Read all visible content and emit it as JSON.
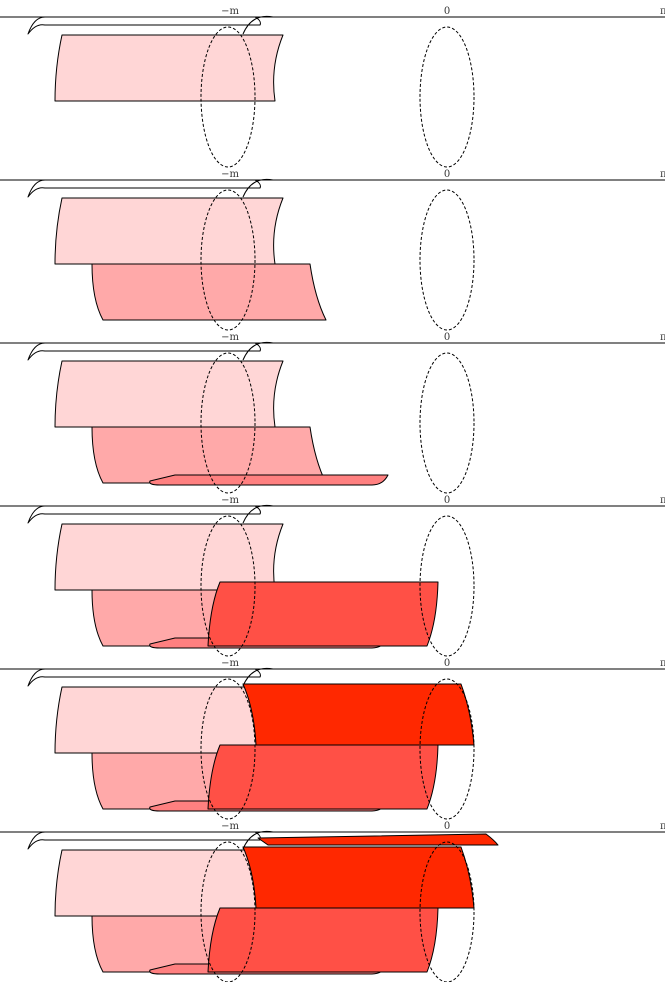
{
  "axis_labels": {
    "left": "−m",
    "center": "0",
    "right": "π"
  },
  "colors": {
    "tint_1": "#ffd6d6",
    "tint_2": "#ffa9a9",
    "tint_3": "#ff8080",
    "tint_4": "#ff5046",
    "tint_5": "#ff2800"
  },
  "panels": [
    {
      "layers": 1
    },
    {
      "layers": 2
    },
    {
      "layers": 3
    },
    {
      "layers": 4
    },
    {
      "layers": 5
    },
    {
      "layers": 6
    }
  ]
}
